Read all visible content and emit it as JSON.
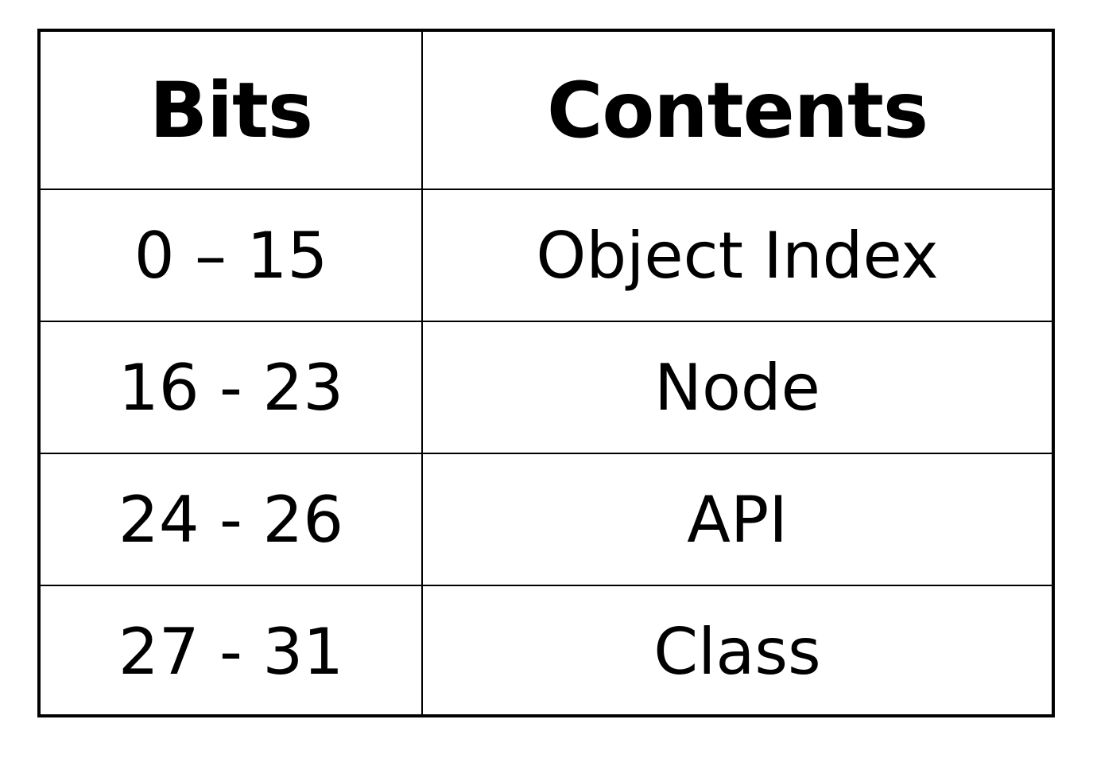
{
  "table": {
    "headers": {
      "bits": "Bits",
      "contents": "Contents"
    },
    "rows": [
      {
        "bits": "0 – 15",
        "contents": "Object Index"
      },
      {
        "bits": "16 - 23",
        "contents": "Node"
      },
      {
        "bits": "24 - 26",
        "contents": "API"
      },
      {
        "bits": "27 - 31",
        "contents": "Class"
      }
    ]
  }
}
